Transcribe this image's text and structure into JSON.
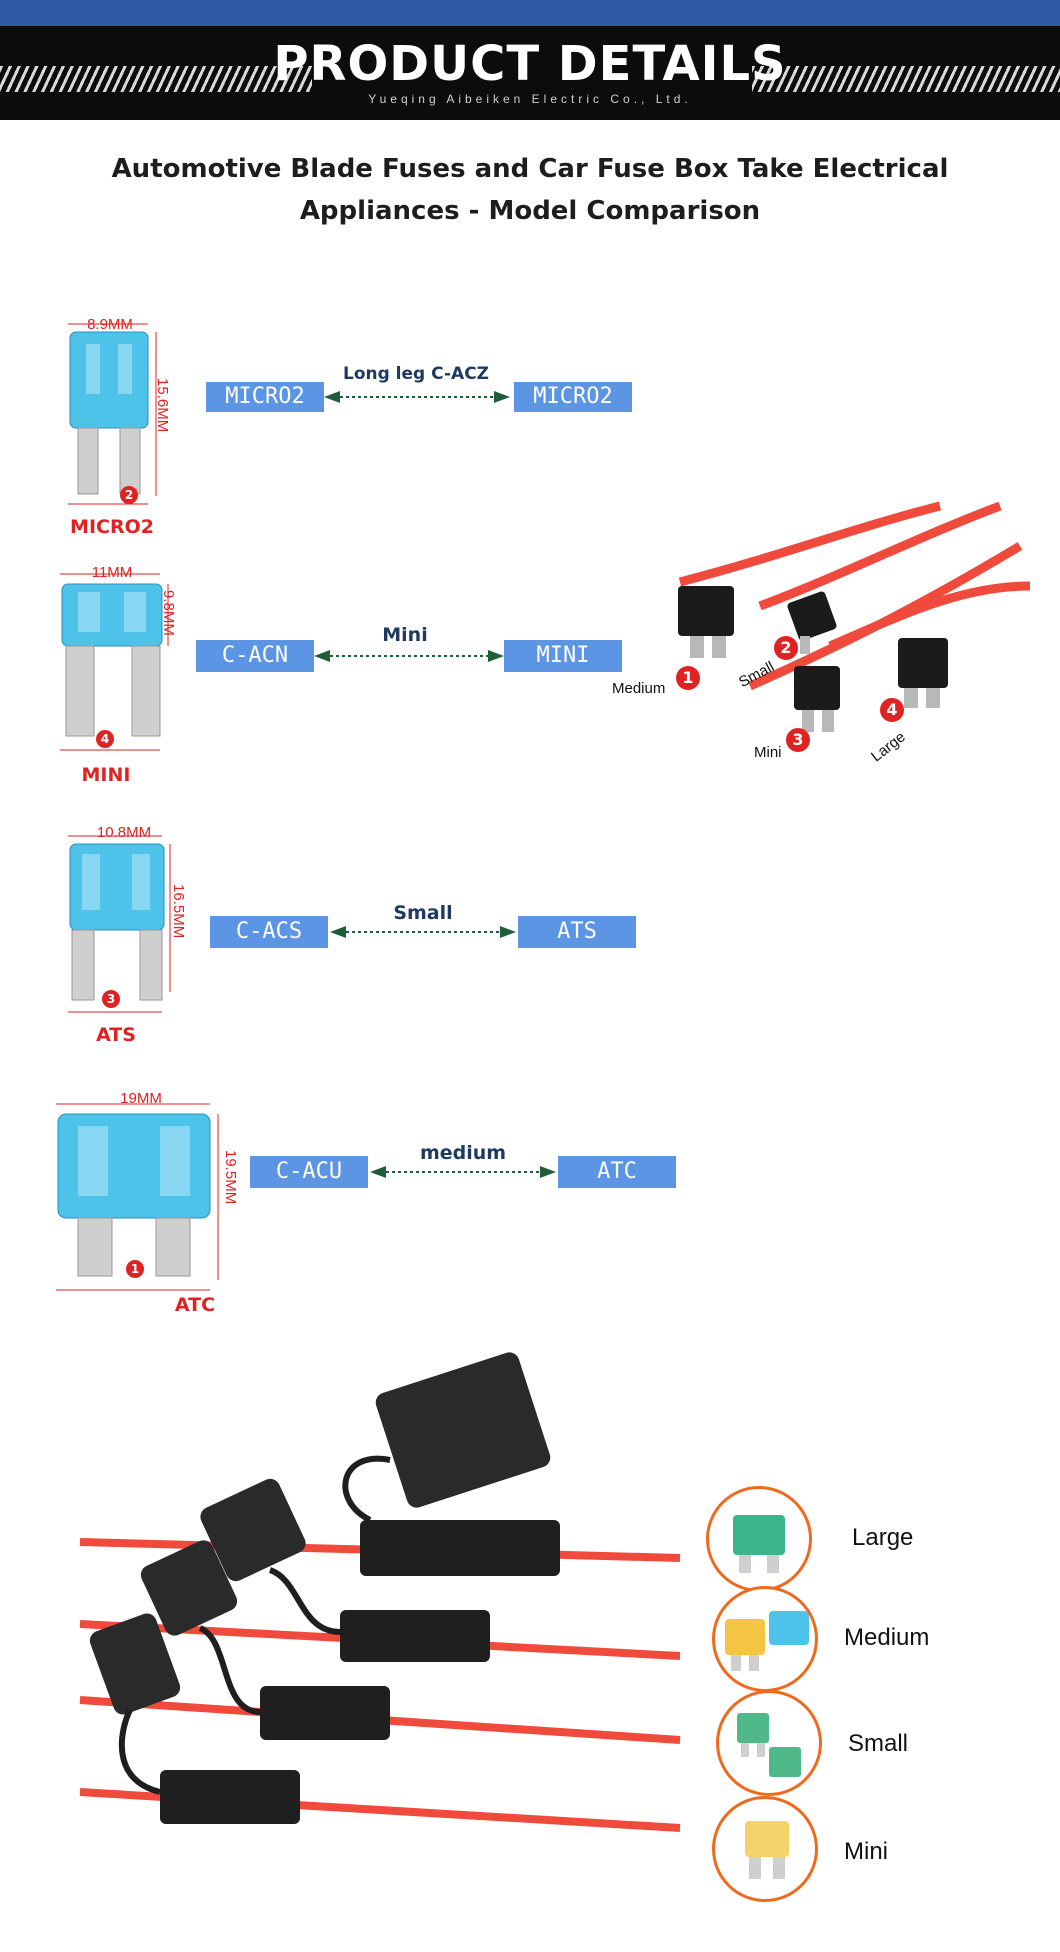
{
  "banner": {
    "title": "PRODUCT DETAILS",
    "subtitle": "Yueqing Aibeiken Electric Co., Ltd."
  },
  "heading": {
    "line1": "Automotive Blade Fuses and Car Fuse Box Take Electrical",
    "line2": "Appliances - Model Comparison"
  },
  "rows": [
    {
      "fuse_name": "MICRO2",
      "width_dim": "8.9MM",
      "height_dim": "15.6MM",
      "number": "2",
      "left_box": "MICRO2",
      "connector": "Long leg C-ACZ",
      "right_box": "MICRO2",
      "color": "#4ec3e9"
    },
    {
      "fuse_name": "MINI",
      "width_dim": "11MM",
      "height_dim": "9.8MM",
      "number": "4",
      "left_box": "C-ACN",
      "connector": "Mini",
      "right_box": "MINI",
      "color": "#4ec3e9"
    },
    {
      "fuse_name": "ATS",
      "width_dim": "10.8MM",
      "height_dim": "16.5MM",
      "number": "3",
      "left_box": "C-ACS",
      "connector": "Small",
      "right_box": "ATS",
      "color": "#4ec3e9"
    },
    {
      "fuse_name": "ATC",
      "width_dim": "19MM",
      "height_dim": "19.5MM",
      "number": "1",
      "left_box": "C-ACU",
      "connector": "medium",
      "right_box": "ATC",
      "color": "#4ec3e9"
    }
  ],
  "adapters": [
    {
      "label": "Medium",
      "number": "1"
    },
    {
      "label": "Small",
      "number": "2"
    },
    {
      "label": "Mini",
      "number": "3"
    },
    {
      "label": "Large",
      "number": "4"
    }
  ],
  "holder_types": [
    {
      "label": "Large",
      "fuse_color": "#3cb48a"
    },
    {
      "label": "Medium",
      "fuse_color": "#f4c542"
    },
    {
      "label": "Small",
      "fuse_color": "#4fb98a"
    },
    {
      "label": "Mini",
      "fuse_color": "#f6d26a"
    }
  ],
  "colors": {
    "box": "#5b95e4",
    "accent_red": "#e12222",
    "wire": "#ef4a3c",
    "ring": "#f06a1e",
    "arrow": "#1f5e3a"
  }
}
